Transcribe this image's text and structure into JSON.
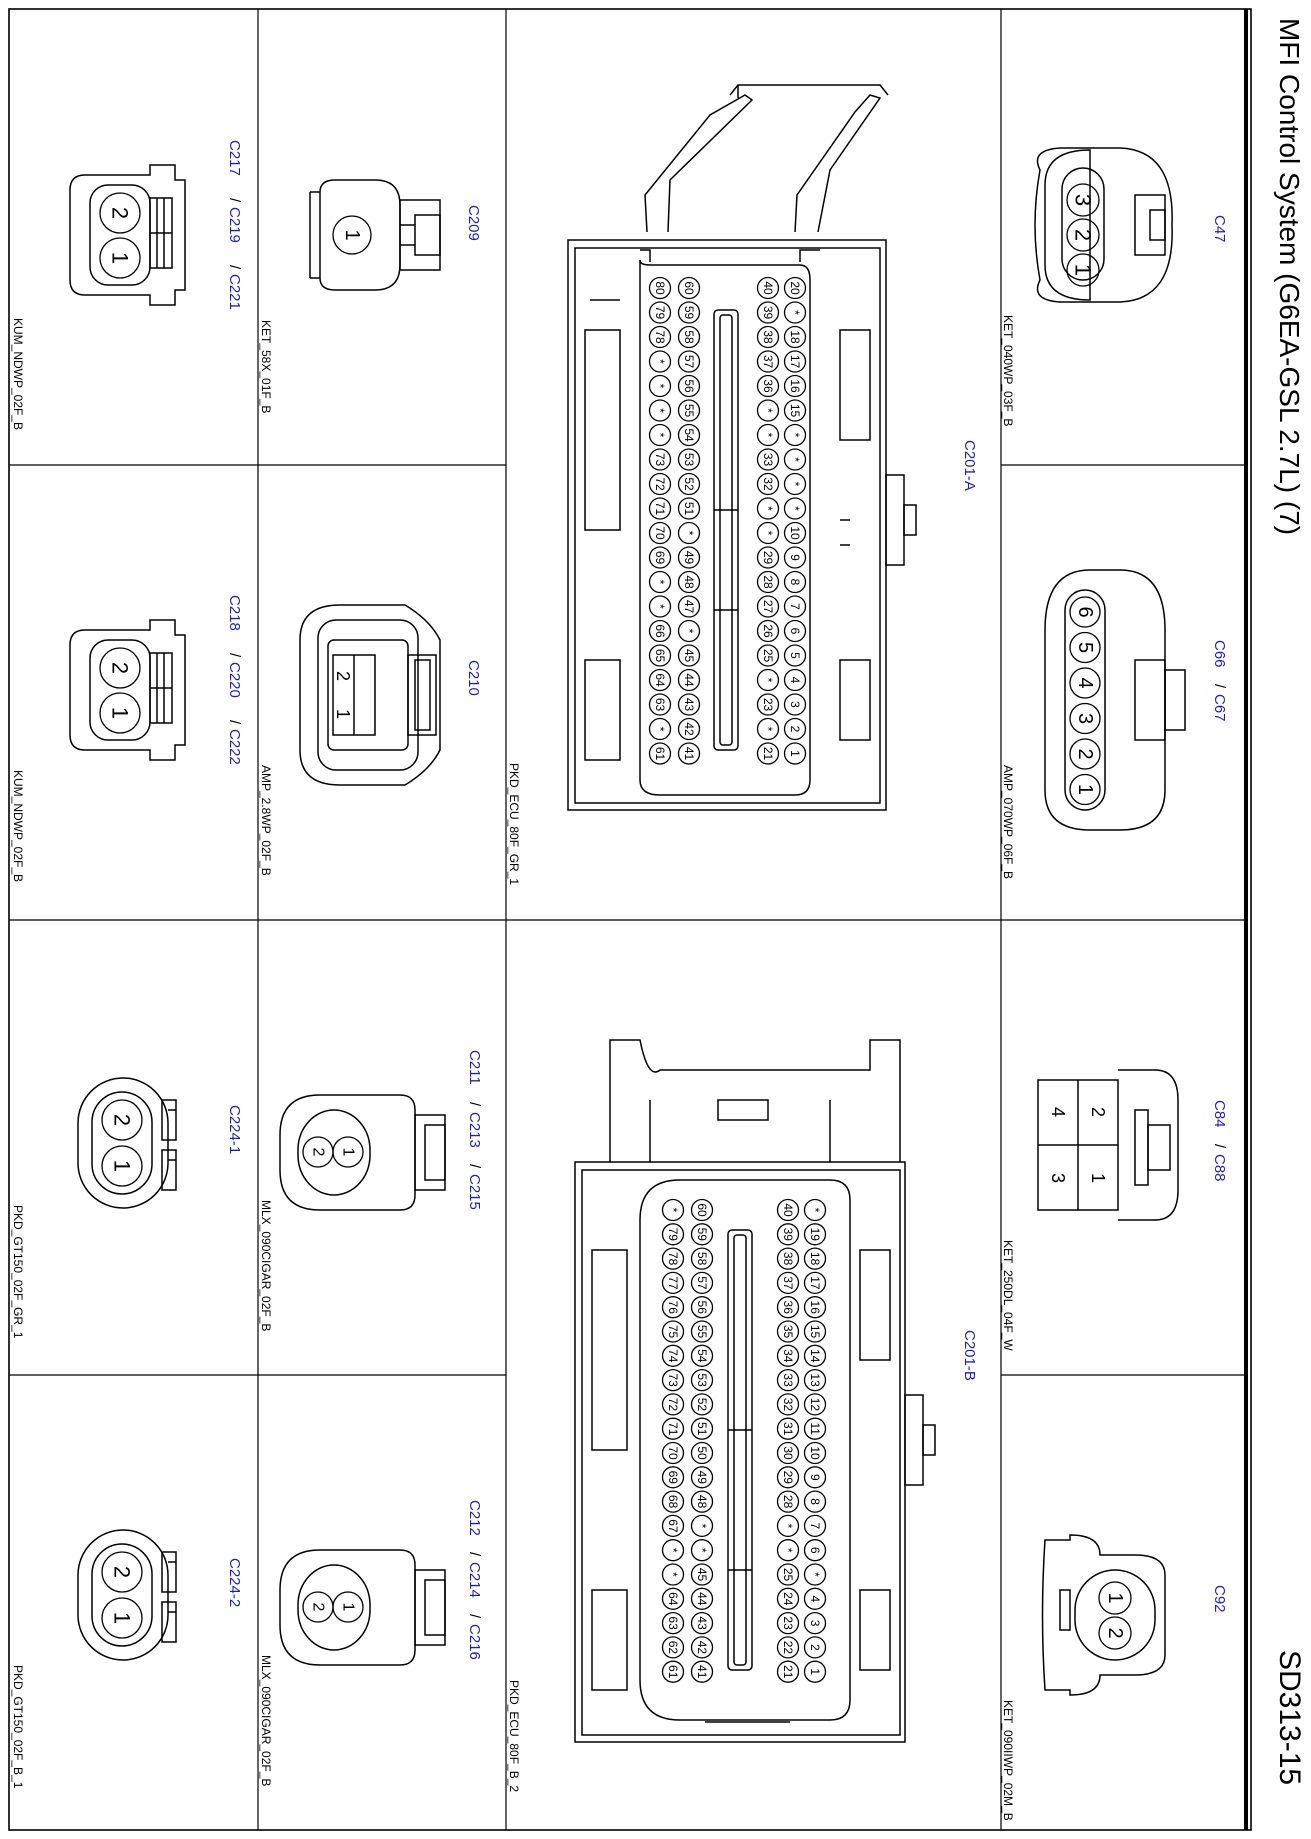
{
  "sheet": {
    "title": "MFI Control System (G6EA-GSL 2.7L) (7)",
    "page_code": "SD313-15"
  },
  "connectors": {
    "c47": {
      "ids": [
        "C47"
      ],
      "part": "KET_040WP_03F_B",
      "pins": [
        "3",
        "2",
        "1"
      ]
    },
    "c66": {
      "ids": [
        "C66",
        "C67"
      ],
      "part": "AMP_070WP_06F_B",
      "pins": [
        "6",
        "5",
        "4",
        "3",
        "2",
        "1"
      ]
    },
    "c84": {
      "ids": [
        "C84",
        "C88"
      ],
      "part": "KET_250DL_04F_W",
      "pins": [
        "2",
        "1",
        "4",
        "3"
      ]
    },
    "c92": {
      "ids": [
        "C92"
      ],
      "part": "KET_090IIWP_02M_B",
      "pins": [
        "1",
        "2"
      ]
    },
    "c201a": {
      "ids": [
        "C201-A"
      ],
      "part": "PKD_ECU_80F_GR_1",
      "rows": [
        [
          "20",
          "*",
          "18",
          "17",
          "16",
          "15",
          "*",
          "*",
          "*",
          "*",
          "10",
          "9",
          "8",
          "7",
          "6",
          "5",
          "4",
          "3",
          "2",
          "1"
        ],
        [
          "40",
          "39",
          "38",
          "37",
          "36",
          "*",
          "*",
          "33",
          "32",
          "*",
          "*",
          "29",
          "28",
          "27",
          "26",
          "25",
          "*",
          "23",
          "*",
          "21"
        ],
        [
          "60",
          "59",
          "58",
          "57",
          "56",
          "55",
          "54",
          "53",
          "52",
          "51",
          "*",
          "49",
          "48",
          "47",
          "*",
          "45",
          "44",
          "43",
          "42",
          "41"
        ],
        [
          "80",
          "79",
          "78",
          "*",
          "*",
          "*",
          "*",
          "73",
          "72",
          "71",
          "70",
          "69",
          "*",
          "*",
          "66",
          "65",
          "64",
          "63",
          "*",
          "61"
        ]
      ]
    },
    "c201b": {
      "ids": [
        "C201-B"
      ],
      "part": "PKD_ECU_80F_B_2",
      "rows": [
        [
          "*",
          "19",
          "18",
          "17",
          "16",
          "15",
          "14",
          "13",
          "12",
          "11",
          "10",
          "9",
          "8",
          "7",
          "6",
          "*",
          "4",
          "3",
          "2",
          "1"
        ],
        [
          "40",
          "39",
          "38",
          "37",
          "36",
          "35",
          "34",
          "33",
          "32",
          "31",
          "30",
          "29",
          "28",
          "*",
          "*",
          "25",
          "24",
          "23",
          "22",
          "21"
        ],
        [
          "60",
          "59",
          "58",
          "57",
          "56",
          "55",
          "54",
          "53",
          "52",
          "51",
          "50",
          "49",
          "48",
          "*",
          "*",
          "45",
          "44",
          "43",
          "42",
          "41"
        ],
        [
          "*",
          "79",
          "78",
          "77",
          "76",
          "75",
          "74",
          "73",
          "72",
          "71",
          "70",
          "69",
          "68",
          "67",
          "*",
          "*",
          "64",
          "63",
          "62",
          "61"
        ]
      ]
    },
    "c209": {
      "ids": [
        "C209"
      ],
      "part": "KET_58X_01F_B",
      "pins": [
        "1"
      ]
    },
    "c210": {
      "ids": [
        "C210"
      ],
      "part": "AMP_2.8WP_02F_B",
      "pins": [
        "2",
        "1"
      ]
    },
    "c211": {
      "ids": [
        "C211",
        "C213",
        "C215"
      ],
      "part": "MLX_090CIGAR_02F_B",
      "pins": [
        "1",
        "2"
      ]
    },
    "c212": {
      "ids": [
        "C212",
        "C214",
        "C216"
      ],
      "part": "MLX_090CIGAR_02F_B",
      "pins": [
        "1",
        "2"
      ]
    },
    "c217": {
      "ids": [
        "C217",
        "C219",
        "C221"
      ],
      "part": "KUM_NDWP_02F_B",
      "pins": [
        "2",
        "1"
      ]
    },
    "c218": {
      "ids": [
        "C218",
        "C220",
        "C222"
      ],
      "part": "KUM_NDWP_02F_B",
      "pins": [
        "2",
        "1"
      ]
    },
    "c224_1": {
      "ids": [
        "C224-1"
      ],
      "part": "PKD_GT150_02F_GR_1",
      "pins": [
        "2",
        "1"
      ]
    },
    "c224_2": {
      "ids": [
        "C224-2"
      ],
      "part": "PKD_GT150_02F_B_1",
      "pins": [
        "2",
        "1"
      ]
    }
  },
  "colors": {
    "connector_id": "#1f1fb4",
    "ink": "#000000",
    "background": "#ffffff"
  }
}
